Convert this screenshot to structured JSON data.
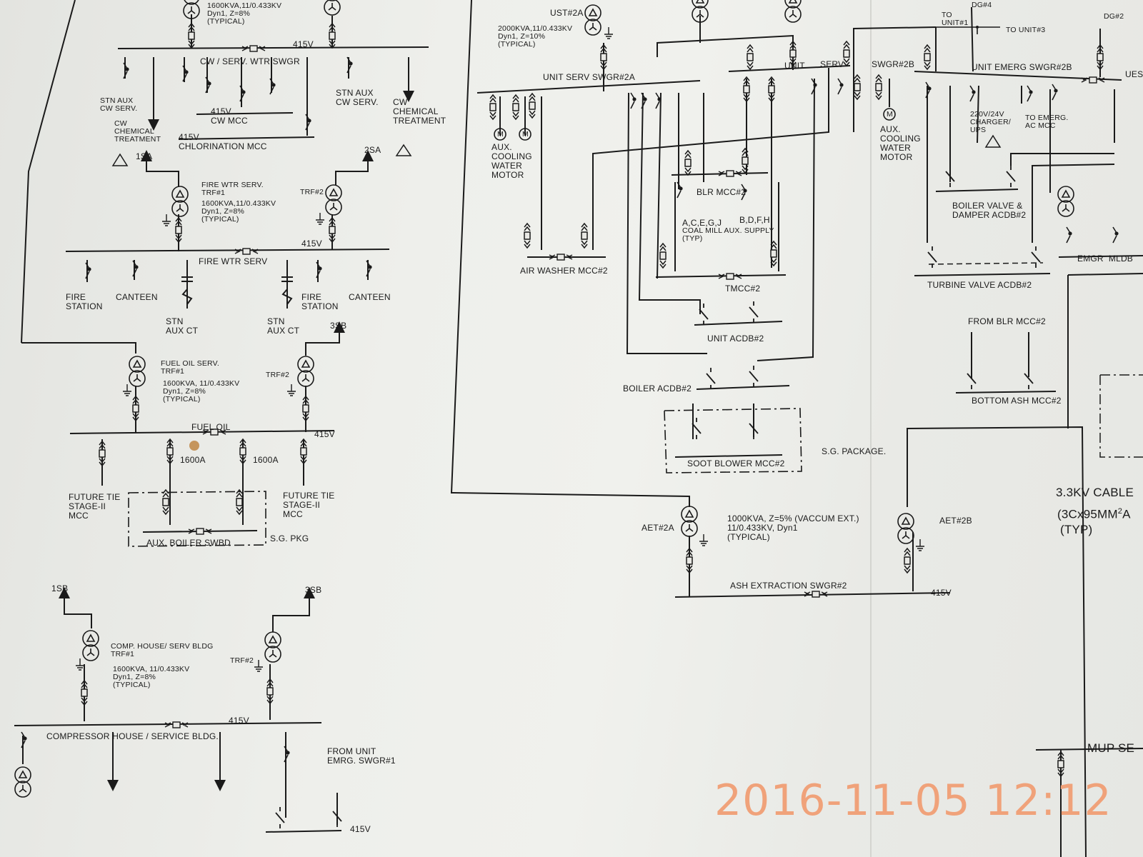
{
  "stamp": {
    "datetime": "2016-11-05 12:12"
  },
  "top_left": {
    "trf_top_spec": "1600KVA,11/0.433KV\nDyn1, Z=8%\n(TYPICAL)",
    "bus_voltage": "415V",
    "bus_name": "CW / SERV. WTR SWGR",
    "stn_aux_cw_left": "STN AUX\nCW SERV.",
    "cw_chem_left": "CW\nCHEMICAL\nTREATMENT",
    "cw_mcc": "415V\nCW MCC",
    "chlorination_mcc": "415V\nCHLORINATION MCC",
    "stn_aux_cw_right": "STN AUX\nCW SERV.",
    "cw_chem_right": "CW\nCHEMICAL\nTREATMENT"
  },
  "fire_water": {
    "ref_left": "1SA",
    "ref_right": "2SA",
    "trf1_label": "FIRE WTR SERV.\nTRF#1",
    "trf1_spec": "1600KVA,11/0.433KV\nDyn1, Z=8%\n(TYPICAL)",
    "trf2_label": "TRF#2",
    "bus_voltage": "415V",
    "bus_name": "FIRE WTR SERV",
    "fire_station_left": "FIRE\nSTATION",
    "canteen_left": "CANTEEN",
    "stn_aux_ct_left": "STN\nAUX CT",
    "stn_aux_ct_right": "STN\nAUX CT",
    "fire_station_right": "FIRE\nSTATION",
    "canteen_right": "CANTEEN"
  },
  "fuel_oil": {
    "ref_right": "3SB",
    "trf1_label": "FUEL OIL SERV.\nTRF#1",
    "trf1_spec": "1600KVA, 11/0.433KV\nDyn1, Z=8%\n(TYPICAL)",
    "trf2_label": "TRF#2",
    "bus_name": "FUEL OIL",
    "bus_voltage": "415V",
    "rating_left": "1600A",
    "rating_right": "1600A",
    "future_tie_left": "FUTURE TIE\nSTAGE-II\nMCC",
    "future_tie_right": "FUTURE TIE\nSTAGE-II\nMCC",
    "aux_boiler_swbd": "AUX. BOILER SWBD",
    "sg_pkg": "S.G. PKG"
  },
  "compressor": {
    "ref_left": "1SB",
    "ref_right": "3SB",
    "trf1_label": "COMP. HOUSE/ SERV BLDG\nTRF#1",
    "trf1_spec": "1600KVA, 11/0.433KV\nDyn1, Z=8%\n(TYPICAL)",
    "trf2_label": "TRF#2",
    "bus_voltage": "415V",
    "bus_name": "COMPRESSOR HOUSE / SERVICE BLDG.",
    "from_unit_emrg": "FROM UNIT\nEMRG. SWGR#1",
    "bottom_voltage": "415V"
  },
  "unit_serv": {
    "ust_label": "UST#2A",
    "ust_spec": "2000KVA,11/0.433KV\nDyn1, Z=10%\n(TYPICAL)",
    "swgr_2a": "UNIT SERV SWGR#2A",
    "swgr_2b_unit": "UNIT",
    "swgr_2b_serv": "SERV",
    "swgr_2b_name": "SWGR#2B",
    "aux_cw_motor_left": "AUX.\nCOOLING\nWATER\nMOTOR",
    "aux_cw_motor_right": "AUX.\nCOOLING\nWATER\nMOTOR",
    "air_washer_mcc": "AIR WASHER MCC#2",
    "blr_mcc": "BLR MCC#2",
    "coal_mill_left": "A,C,E,G,J",
    "coal_mill_right": "B,D,F,H",
    "coal_mill_text": "COAL MILL AUX. SUPPLY\n(TYP)",
    "tmcc": "TMCC#2",
    "unit_acdb": "UNIT ACDB#2",
    "boiler_acdb": "BOILER ACDB#2",
    "sg_package": "S.G. PACKAGE.",
    "soot_blower_mcc": "SOOT BLOWER MCC#2",
    "motor_symbol": "M"
  },
  "ash": {
    "aet_2a": "AET#2A",
    "aet_spec": "1000KVA, Z=5% (VACCUM EXT.)\n11/0.433KV, Dyn1\n(TYPICAL)",
    "aet_2b": "AET#2B",
    "bus_name": "ASH EXTRACTION SWGR#2",
    "bus_voltage": "415V"
  },
  "right": {
    "dg4": "DG#4",
    "dg2": "DG#2",
    "to_unit1": "TO\nUNIT#1",
    "to_unit3": "TO UNIT#3",
    "emerg_swgr": "UNIT EMERG SWGR#2B",
    "ues": "UES",
    "charger_ups": "220V/24V\nCHARGER/\nUPS",
    "to_emerg_ac": "TO EMERG.\nAC MCC",
    "boiler_valve_acdb": "BOILER VALVE &\nDAMPER ACDB#2",
    "emgr_mldb": "EMGR  MLDB",
    "turbine_valve_acdb": "TURBINE VALVE ACDB#2",
    "from_blr_mcc": "FROM BLR MCC#2",
    "bottom_ash_mcc": "BOTTOM ASH MCC#2",
    "cable_33kv": "3.3KV CABLE",
    "cable_spec": "(3Cx95MM",
    "cable_sup": "2",
    "cable_end": "A",
    "cable_typ": "(TYP)",
    "mup": "MUP SE"
  }
}
